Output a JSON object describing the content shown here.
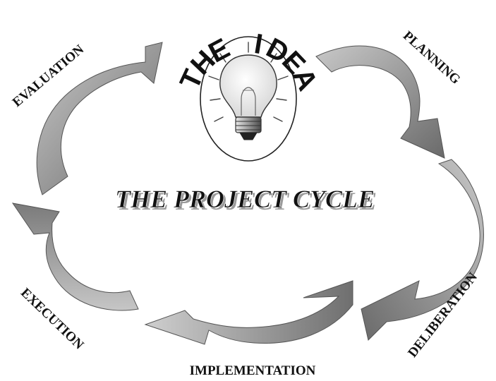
{
  "idea_heading": "THE IDEA",
  "center_title": "THE PROJECT CYCLE",
  "stages": {
    "planning": "PLANNING",
    "deliberation": "DELIBERATION",
    "implementation": "IMPLEMENTATION",
    "execution": "EXECUTION",
    "evaluation": "EVALUATION"
  },
  "colors": {
    "arrow_light": "#bcbcbc",
    "arrow_dark": "#6f6f6f",
    "arrow_stroke": "#555555",
    "text": "#111111",
    "title_shadow": "#9a9a9a"
  }
}
